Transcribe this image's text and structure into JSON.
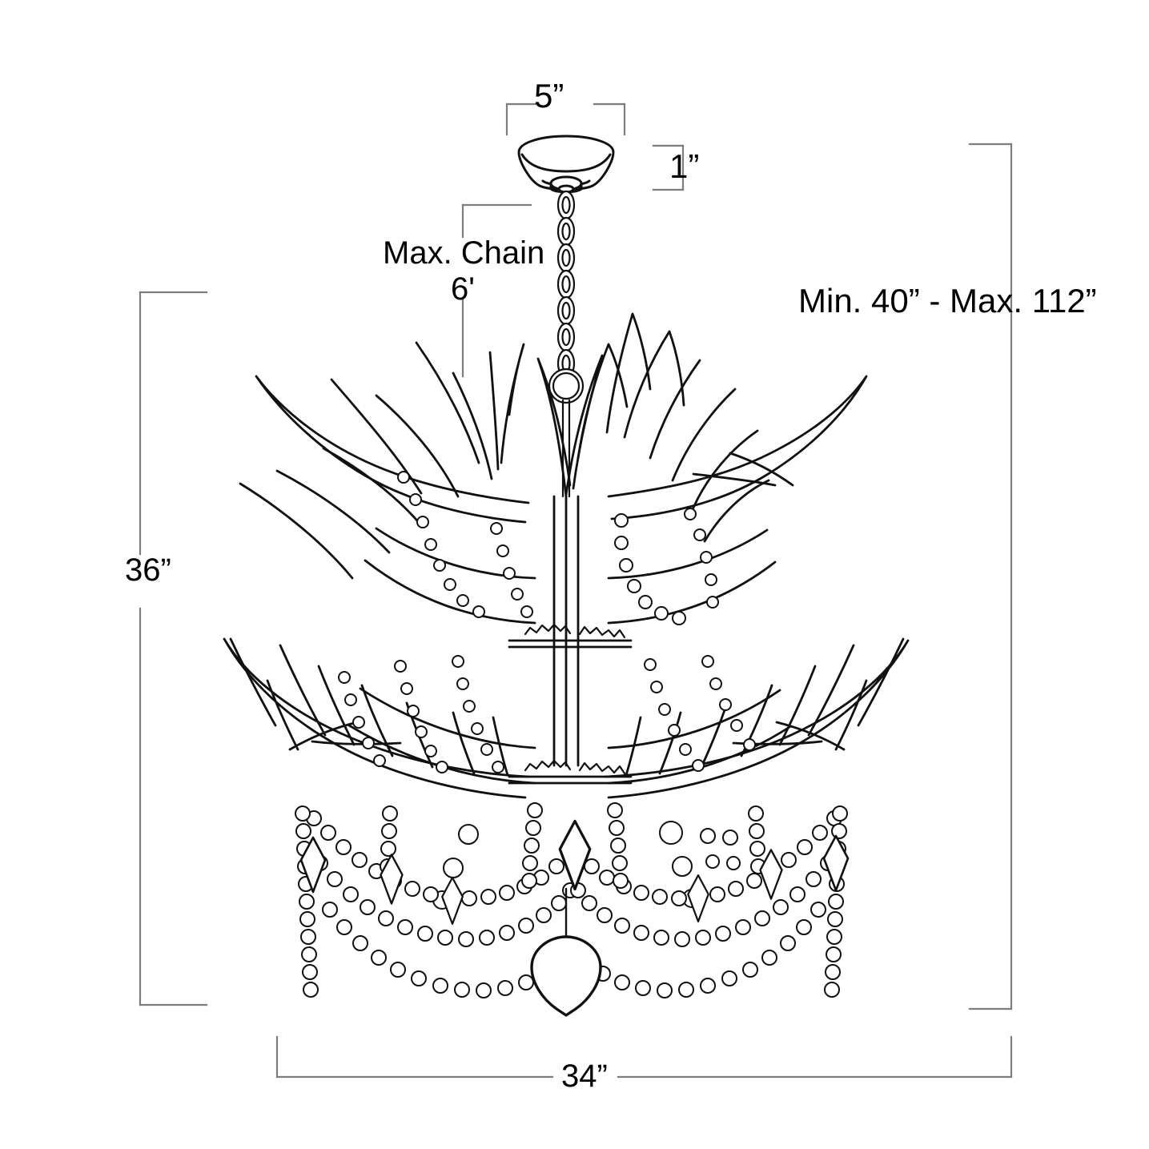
{
  "drawing": {
    "title": "Antler Chandelier Dimension Drawing",
    "subject": "two-tier antler chandelier with beaded crystal swags",
    "line_color": "#000000",
    "dimension_line_color": "#7d7d7d",
    "background_color": "#ffffff"
  },
  "dimensions": {
    "canopy_width": "5”",
    "canopy_height": "1”",
    "max_chain_label": "Max. Chain",
    "max_chain_value": "6'",
    "hanging_range": "Min. 40” - Max. 112”",
    "fixture_height": "36”",
    "fixture_width": "34”"
  }
}
